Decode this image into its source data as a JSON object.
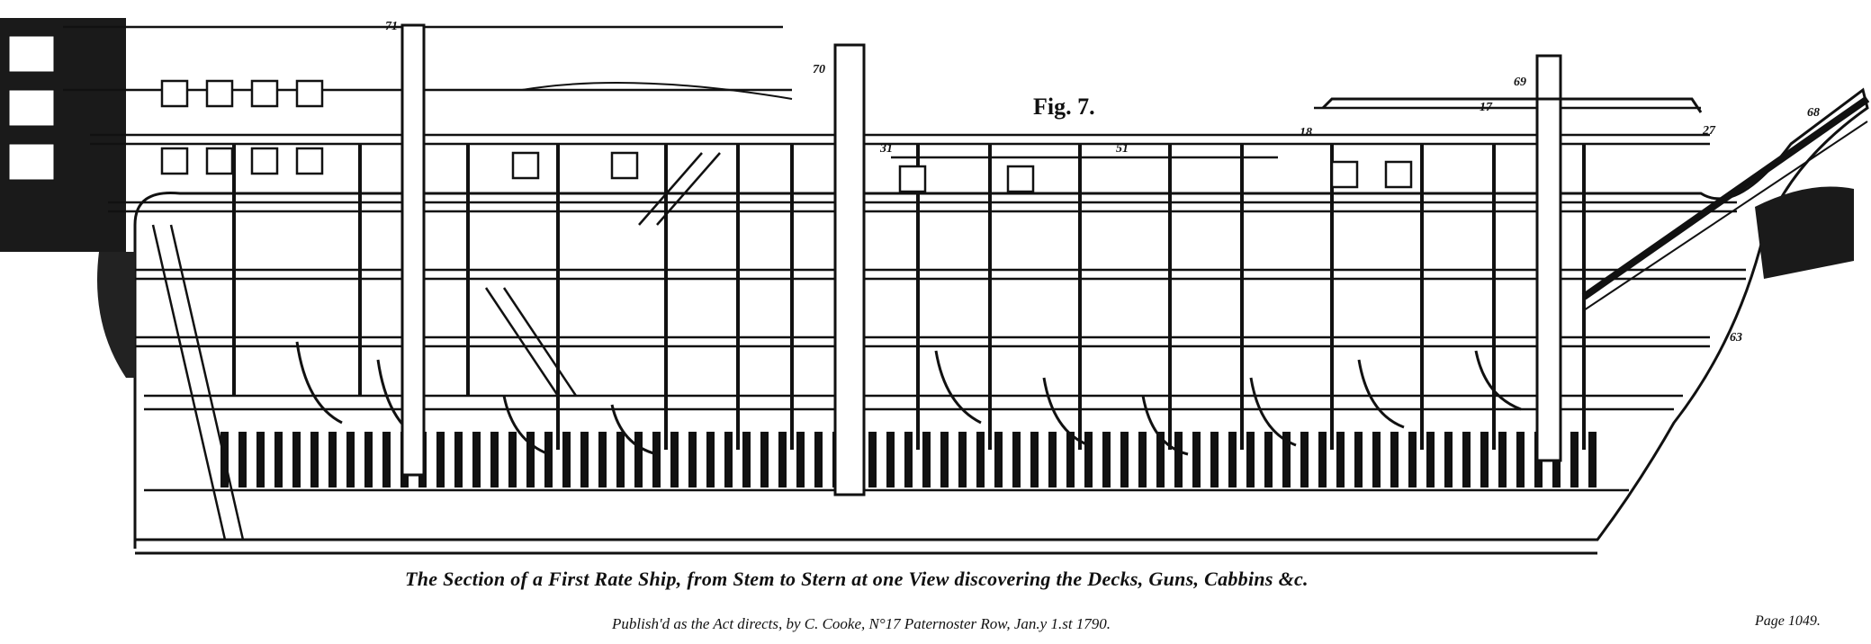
{
  "figure": {
    "label": "Fig. 7.",
    "caption": "The Section of a First Rate Ship, from Stem to Stern at one View discovering the Decks, Guns, Cabbins &c.",
    "imprint": "Publish'd as the Act directs, by C. Cooke, N°17 Paternoster Row, Jan.y 1.st 1790.",
    "page_ref": "Page 1049."
  },
  "callouts": [
    "71",
    "70",
    "69",
    "68",
    "63",
    "18",
    "17",
    "27",
    "31",
    "51"
  ]
}
